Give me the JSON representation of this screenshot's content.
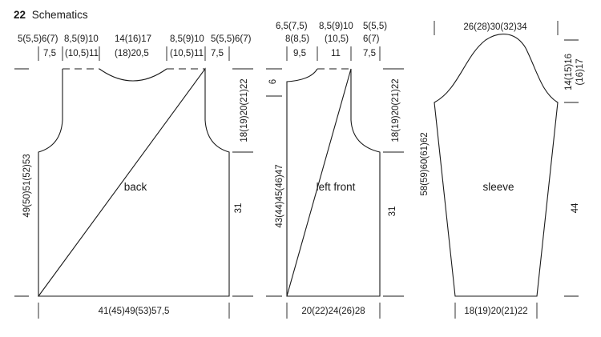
{
  "header": {
    "number": "22",
    "title": "Schematics"
  },
  "back": {
    "name": "back",
    "top": [
      "5(5,5)6(7)",
      "7,5",
      "8,5(9)10",
      "(10,5)11",
      "14(16)17",
      "(18)20,5",
      "8,5(9)10",
      "(10,5)11",
      "5(5,5)6(7)",
      "7,5"
    ],
    "armhole": "18(19)20(21)22",
    "side": "31",
    "length": "49(50)51(52)53",
    "width": "41(45)49(53)57,5"
  },
  "front": {
    "name": "left front",
    "top": [
      "6,5(7,5)",
      "8(8,5)",
      "9,5",
      "8,5(9)10",
      "(10,5)",
      "11",
      "5(5,5)",
      "6(7)",
      "7,5"
    ],
    "neck_depth": "6",
    "length": "43(44)45(46)47",
    "armhole": "18(19)20(21)22",
    "side": "31",
    "width": "20(22)24(26)28"
  },
  "sleeve": {
    "name": "sleeve",
    "top": "26(28)30(32)34",
    "cap": [
      "14(15)16",
      "(16)17"
    ],
    "length": "58(59)60(61)62",
    "underarm": "44",
    "cuff": "18(19)20(21)22"
  }
}
